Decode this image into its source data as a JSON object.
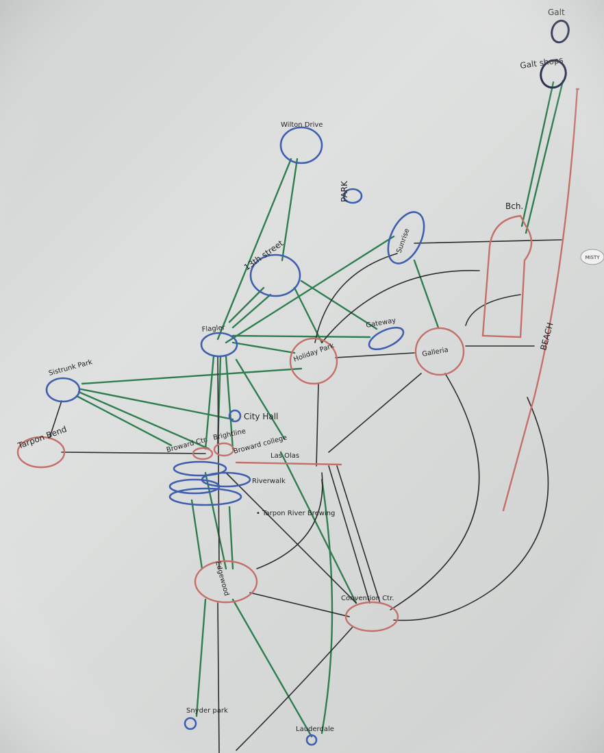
{
  "colors": {
    "green": "#2e7d4f",
    "black": "#2b2b2b",
    "blue": "#3f5fae",
    "red": "#c4706a",
    "navy": "#1a2340"
  },
  "labels": {
    "galt": "Galt",
    "galt_shops": "Galt shops",
    "wilton_drive": "Wilton Drive",
    "park": "PARK",
    "thirteenth_street": "13th street",
    "sunrise": "Sunrise",
    "beach_top": "Bch.",
    "beach": "BEACH",
    "sticker": "MISTY",
    "galleria": "Galleria",
    "holiday_park": "Holiday Park",
    "gateway": "Gateway",
    "sistrunk_park": "Sistrunk Park",
    "flagler": "Flagler",
    "city_hall": "City Hall",
    "tarpon_bend": "Tarpon Bend",
    "broward_ctr": "Broward Ctr.",
    "brightline": "Brightline",
    "broward_college": "Broward college",
    "las_olas": "Las Olas",
    "riverwalk": "Riverwalk",
    "tarpon_river_brewing": "• Tarpon River Brewing",
    "edgewood": "Edgewood",
    "convention_ctr": "Convention Ctr.",
    "snyder_park": "Snyder park",
    "lauderdale": "Lauderdale"
  }
}
